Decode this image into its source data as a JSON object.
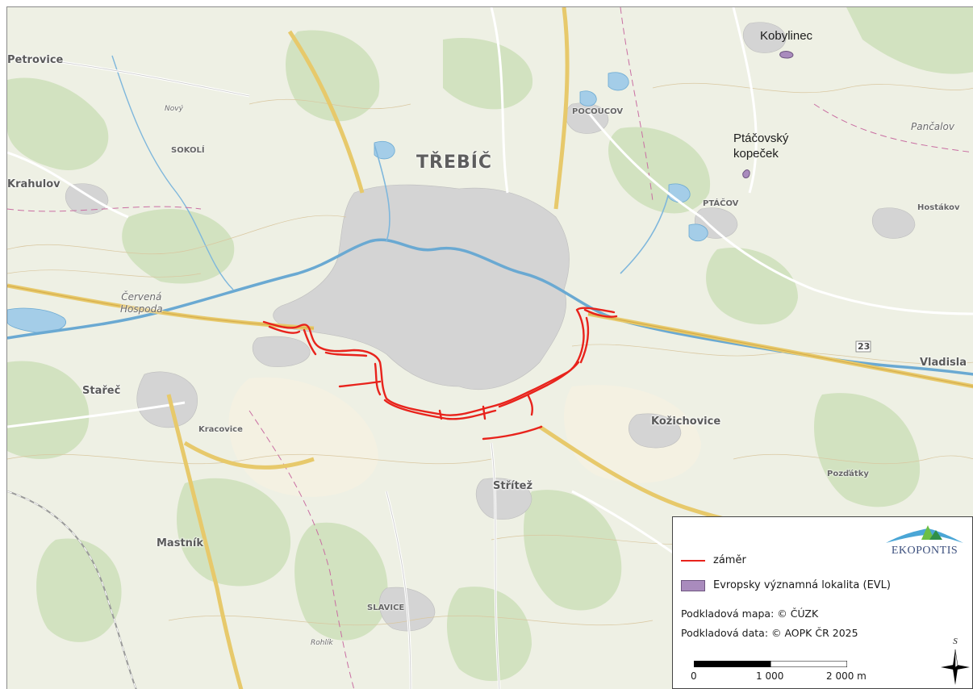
{
  "map": {
    "place_labels": {
      "trebic": "TŘEBÍČ",
      "petrovice": "Petrovice",
      "krahulov": "Krahulov",
      "sokoli": "SOKOLÍ",
      "cervena_hospoda": "Červená\nHospoda",
      "starec": "Stařeč",
      "kracovice": "Kracovice",
      "mastnik": "Mastník",
      "slavice": "SLAVICE",
      "stritez": "Střítež",
      "kozichovice": "Kožichovice",
      "pocoucov": "POCOUCOV",
      "ptacov": "PTÁČOV",
      "pancalov": "Pančalov",
      "hostakov": "Hostákov",
      "vladislav": "Vladisla",
      "pozdatky": "Pozďátky",
      "nava": "Nový",
      "rohlik": "Rohlík"
    },
    "road_number": "23",
    "evl_sites": [
      {
        "name": "Kobylinec"
      },
      {
        "name": "Ptáčovský\nkopeček"
      }
    ],
    "colors": {
      "zamer_line": "#e8231c",
      "evl_fill": "#a98bbd",
      "water": "#9fc9e4",
      "forest": "#cfe0bd",
      "urban": "#cfcfcf"
    }
  },
  "legend": {
    "logo_text": "EKOPONTIS",
    "items": [
      {
        "symbol": "line",
        "label": "záměr"
      },
      {
        "symbol": "box",
        "label": "Evropsky významná lokalita (EVL)"
      }
    ],
    "credits": [
      "Podkladová  mapa: © ČÚZK",
      "Podkladová  data: © AOPK ČR 2025"
    ],
    "scale_labels": [
      "0",
      "1 000",
      "2 000 m"
    ],
    "north_label": "S"
  }
}
